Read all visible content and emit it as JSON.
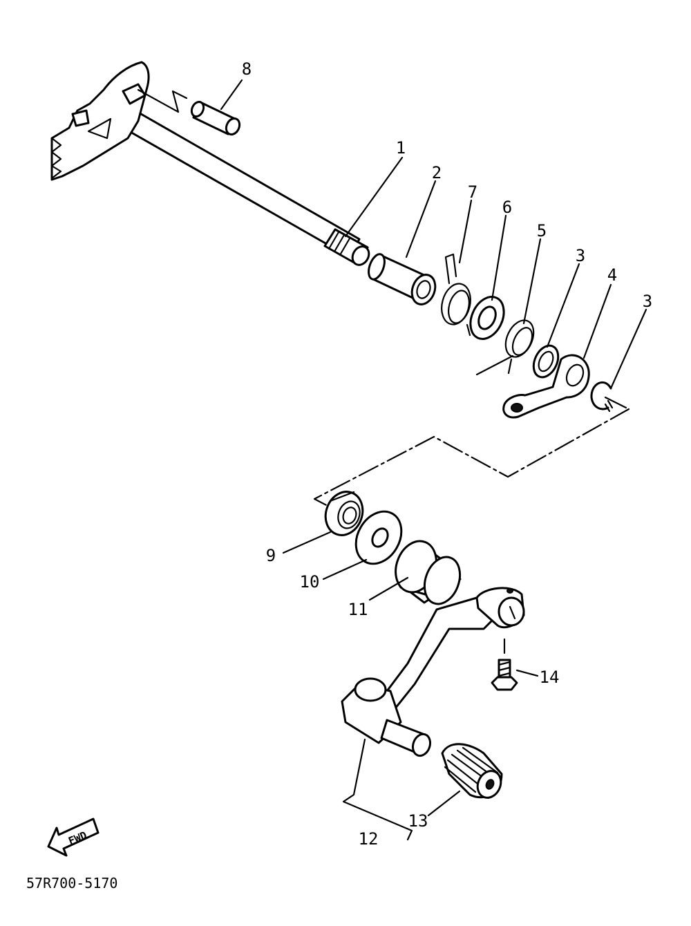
{
  "diagram_code": "57R700-5170",
  "fwd_label": "FWD",
  "callouts": [
    {
      "id": "c1",
      "label": "1"
    },
    {
      "id": "c2",
      "label": "2"
    },
    {
      "id": "c3a",
      "label": "3"
    },
    {
      "id": "c3b",
      "label": "3"
    },
    {
      "id": "c4",
      "label": "4"
    },
    {
      "id": "c5",
      "label": "5"
    },
    {
      "id": "c6",
      "label": "6"
    },
    {
      "id": "c7",
      "label": "7"
    },
    {
      "id": "c8",
      "label": "8"
    },
    {
      "id": "c9",
      "label": "9"
    },
    {
      "id": "c10",
      "label": "10"
    },
    {
      "id": "c11",
      "label": "11"
    },
    {
      "id": "c12",
      "label": "12"
    },
    {
      "id": "c13",
      "label": "13"
    },
    {
      "id": "c14",
      "label": "14"
    }
  ]
}
